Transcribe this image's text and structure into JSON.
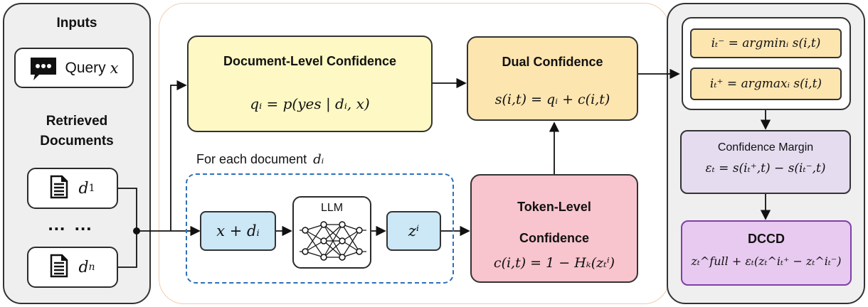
{
  "inputs": {
    "title": "Inputs",
    "query_label": "Query",
    "query_var": "x",
    "retrieved_title_line1": "Retrieved",
    "retrieved_title_line2": "Documents",
    "doc1": "d",
    "doc1_sub": "1",
    "ellipsis": "… …",
    "docn": "d",
    "docn_sub": "n"
  },
  "document_level": {
    "title": "Document-Level Confidence",
    "formula": "qᵢ = p(yes | dᵢ, x)"
  },
  "dual": {
    "title": "Dual Confidence",
    "formula": "s(i,t) = qᵢ + c(i,t)"
  },
  "per_document": {
    "label": "For each document",
    "var": "dᵢ",
    "input": "x + dᵢ",
    "llm": "LLM",
    "output": "zⁱ"
  },
  "token_level": {
    "title_line1": "Token-Level",
    "title_line2": "Confidence",
    "formula": "c(i,t) = 1 − Hₖ(zₜⁱ)"
  },
  "selection": {
    "min_formula": "iₜ⁻ = argminᵢ s(i,t)",
    "max_formula": "iₜ⁺ = argmaxᵢ s(i,t)"
  },
  "margin": {
    "title": "Confidence Margin",
    "formula": "εₜ = s(iₜ⁺,t) − s(iₜ⁻,t)"
  },
  "dccd": {
    "title": "DCCD",
    "formula": "zₜ^full + εₜ(zₜ^iₜ⁺ − zₜ^iₜ⁻)"
  },
  "colors": {
    "doc_level": "#fdf8c4",
    "dual": "#fde5b0",
    "token_level": "#f8c4cd",
    "blue": "#cce7f6",
    "margin": "#e5dcf0",
    "dccd": "#e8caf0",
    "dashed": "#2d6fb8",
    "dccd_border": "#7f3fa8"
  }
}
